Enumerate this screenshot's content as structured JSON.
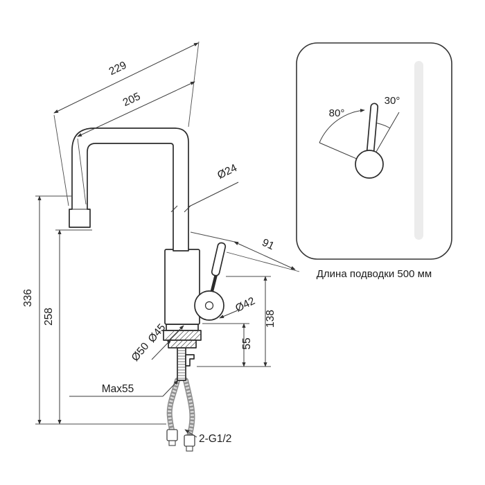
{
  "colors": {
    "line": "#2b2b2b",
    "dimension_line": "#3a3a3a",
    "hose": "#8f8f8f",
    "inset_strip": "#ececec",
    "background": "#ffffff"
  },
  "drawing": {
    "dimensions": {
      "total_length": "229",
      "spout_reach": "205",
      "spout_tube_diameter": "Ø24",
      "handle_offset": "91",
      "total_height": "336",
      "spout_height": "258",
      "body_height": "138",
      "base_height": "55",
      "handle_diameter": "Ø42",
      "base_top_diameter": "Ø45",
      "base_diameter": "Ø50",
      "max_deck_thickness": "Max55",
      "hose_thread": "2-G1/2"
    },
    "handle_rotation": {
      "left_angle": "80°",
      "right_angle": "30°"
    },
    "caption": "Длина подводки 500 мм"
  }
}
